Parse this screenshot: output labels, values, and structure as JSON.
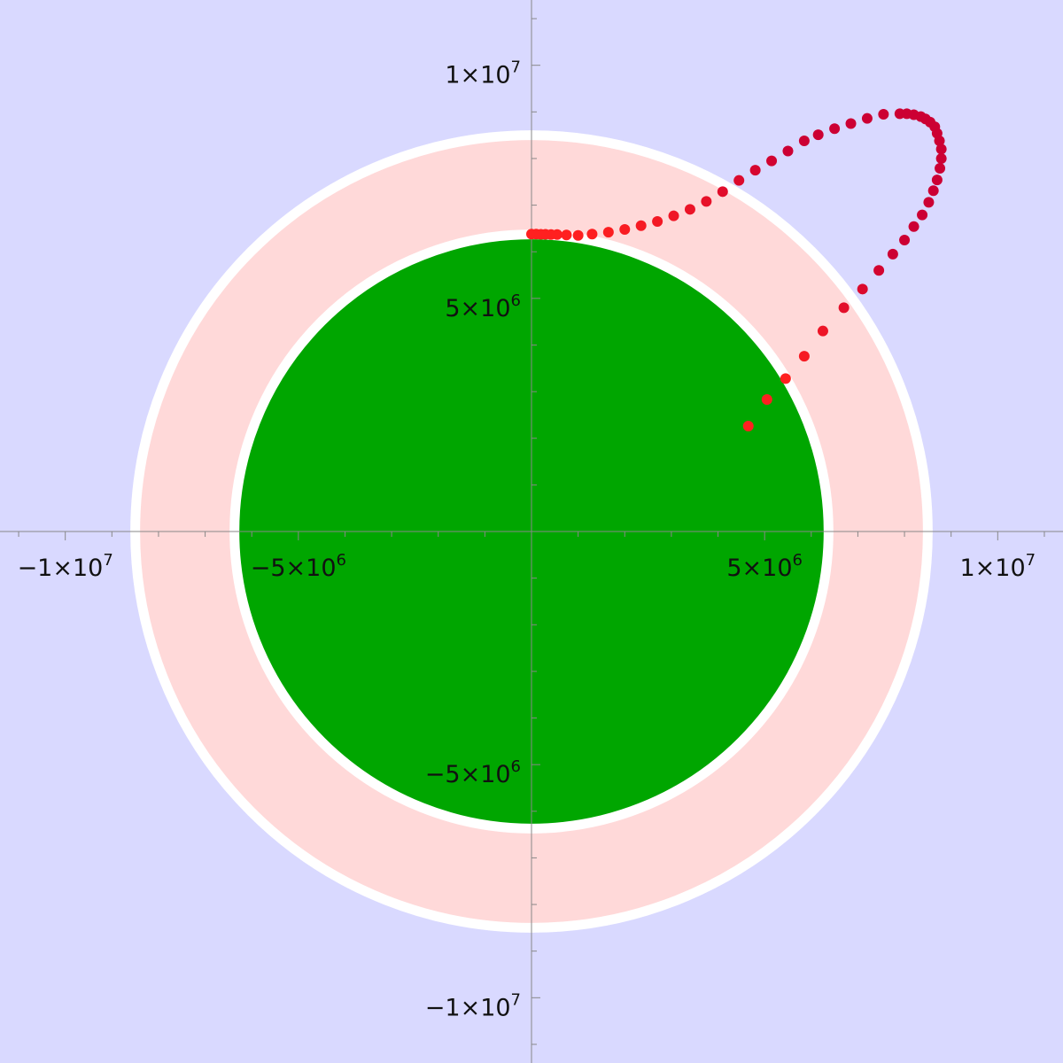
{
  "chart_data": {
    "type": "scatter",
    "title": "",
    "xlabel": "",
    "ylabel": "",
    "xlim": [
      -11400000,
      11400000
    ],
    "ylim": [
      -11400000,
      11400000
    ],
    "grid": false,
    "colors": {
      "background": "#d9d9ff",
      "annulus": "#ffd9d9",
      "ring_outline": "#ffffff",
      "planet": "#00a600",
      "points_near": "#ff2020",
      "points_far": "#cc0033",
      "axis": "#888888"
    },
    "regions": [
      {
        "name": "",
        "shape": "disk",
        "center": [
          0,
          0
        ],
        "radius": 6371000,
        "color": "#00a600"
      },
      {
        "name": "",
        "shape": "annulus",
        "center": [
          0,
          0
        ],
        "inner_radius": 6371000,
        "outer_radius": 8500000,
        "color": "#ffd9d9"
      }
    ],
    "x_ticks": [
      {
        "value": -10000000,
        "mantissa": "−1×10",
        "exponent": "7"
      },
      {
        "value": -5000000,
        "mantissa": "−5×10",
        "exponent": "6"
      },
      {
        "value": 5000000,
        "mantissa": "5×10",
        "exponent": "6"
      },
      {
        "value": 10000000,
        "mantissa": "1×10",
        "exponent": "7"
      }
    ],
    "y_ticks": [
      {
        "value": 10000000,
        "mantissa": "1×10",
        "exponent": "7"
      },
      {
        "value": 5000000,
        "mantissa": "5×10",
        "exponent": "6"
      },
      {
        "value": -5000000,
        "mantissa": "−5×10",
        "exponent": "6"
      },
      {
        "value": -10000000,
        "mantissa": "−1×10",
        "exponent": "7"
      }
    ],
    "minor_tick_step": 1000000,
    "series": [
      {
        "x": [
          0,
          100000,
          200000,
          300000,
          420000,
          550000,
          750000,
          1000000,
          1300000,
          1650000,
          2000000,
          2350000,
          2700000,
          3050000,
          3400000,
          3750000,
          4100000,
          4450000,
          4800000,
          5150000,
          5500000,
          5850000,
          6150000,
          6500000,
          6850000,
          7200000,
          7550000,
          7900000,
          8050000,
          8200000,
          8350000,
          8450000,
          8550000,
          8650000,
          8700000,
          8750000,
          8790000,
          8790000,
          8760000,
          8700000,
          8620000,
          8520000,
          8380000,
          8200000,
          8000000,
          7750000,
          7450000,
          7100000,
          6700000,
          6250000,
          5850000,
          5450000,
          5050000,
          4650000
        ],
        "y": [
          6380000,
          6380000,
          6375000,
          6375000,
          6370000,
          6370000,
          6360000,
          6350000,
          6380000,
          6420000,
          6480000,
          6560000,
          6650000,
          6770000,
          6910000,
          7080000,
          7290000,
          7530000,
          7750000,
          7950000,
          8160000,
          8380000,
          8510000,
          8640000,
          8750000,
          8860000,
          8950000,
          8960000,
          8960000,
          8940000,
          8900000,
          8850000,
          8780000,
          8680000,
          8540000,
          8380000,
          8200000,
          8000000,
          7790000,
          7540000,
          7310000,
          7060000,
          6790000,
          6540000,
          6250000,
          5950000,
          5600000,
          5200000,
          4800000,
          4300000,
          3760000,
          3280000,
          2830000,
          2260000
        ]
      }
    ]
  }
}
